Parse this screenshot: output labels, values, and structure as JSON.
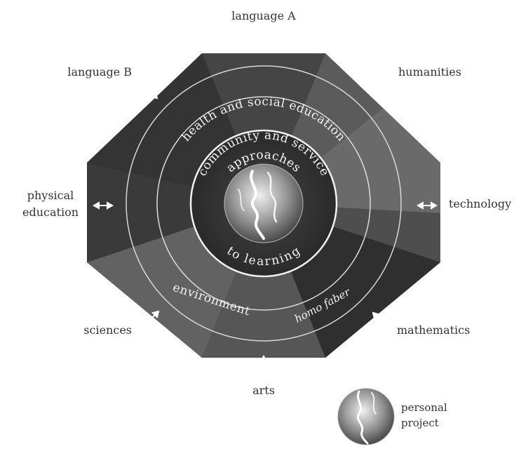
{
  "subjects": {
    "language_a": "language A",
    "humanities": "humanities",
    "technology": "technology",
    "mathematics": "mathematics",
    "arts": "arts",
    "sciences": "sciences",
    "physical_education_line1": "physical",
    "physical_education_line2": "education",
    "language_b": "language B"
  },
  "interactions": {
    "health_social": "health and social education",
    "community_service": "community and service",
    "environment": "environment",
    "homo_faber": "homo faber"
  },
  "core": {
    "top": "approaches",
    "bottom": "to learning"
  },
  "legend": {
    "line1": "personal",
    "line2": "project"
  },
  "colors": {
    "octagon_dark": "#3a3a3a",
    "octagon_mid": "#5a5a5a",
    "ring_line": "#e6e6e6",
    "text_dark": "#333333",
    "text_light": "#f2f2f2"
  }
}
